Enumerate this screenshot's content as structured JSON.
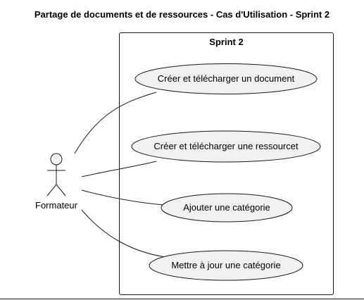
{
  "title": "Partage de documents et de ressources - Cas d'Utilisation - Sprint 2",
  "system": {
    "label": "Sprint 2"
  },
  "actor": {
    "label": "Formateur"
  },
  "use_cases": [
    {
      "label": "Créer et télécharger un document"
    },
    {
      "label": "Créer et télécharger une ressourcet"
    },
    {
      "label": "Ajouter une catégorie"
    },
    {
      "label": "Mettre à jour une catégorie"
    }
  ],
  "colors": {
    "usecase_fill": "#f1f1f1",
    "stroke": "#181818",
    "background": "#ffffff"
  }
}
